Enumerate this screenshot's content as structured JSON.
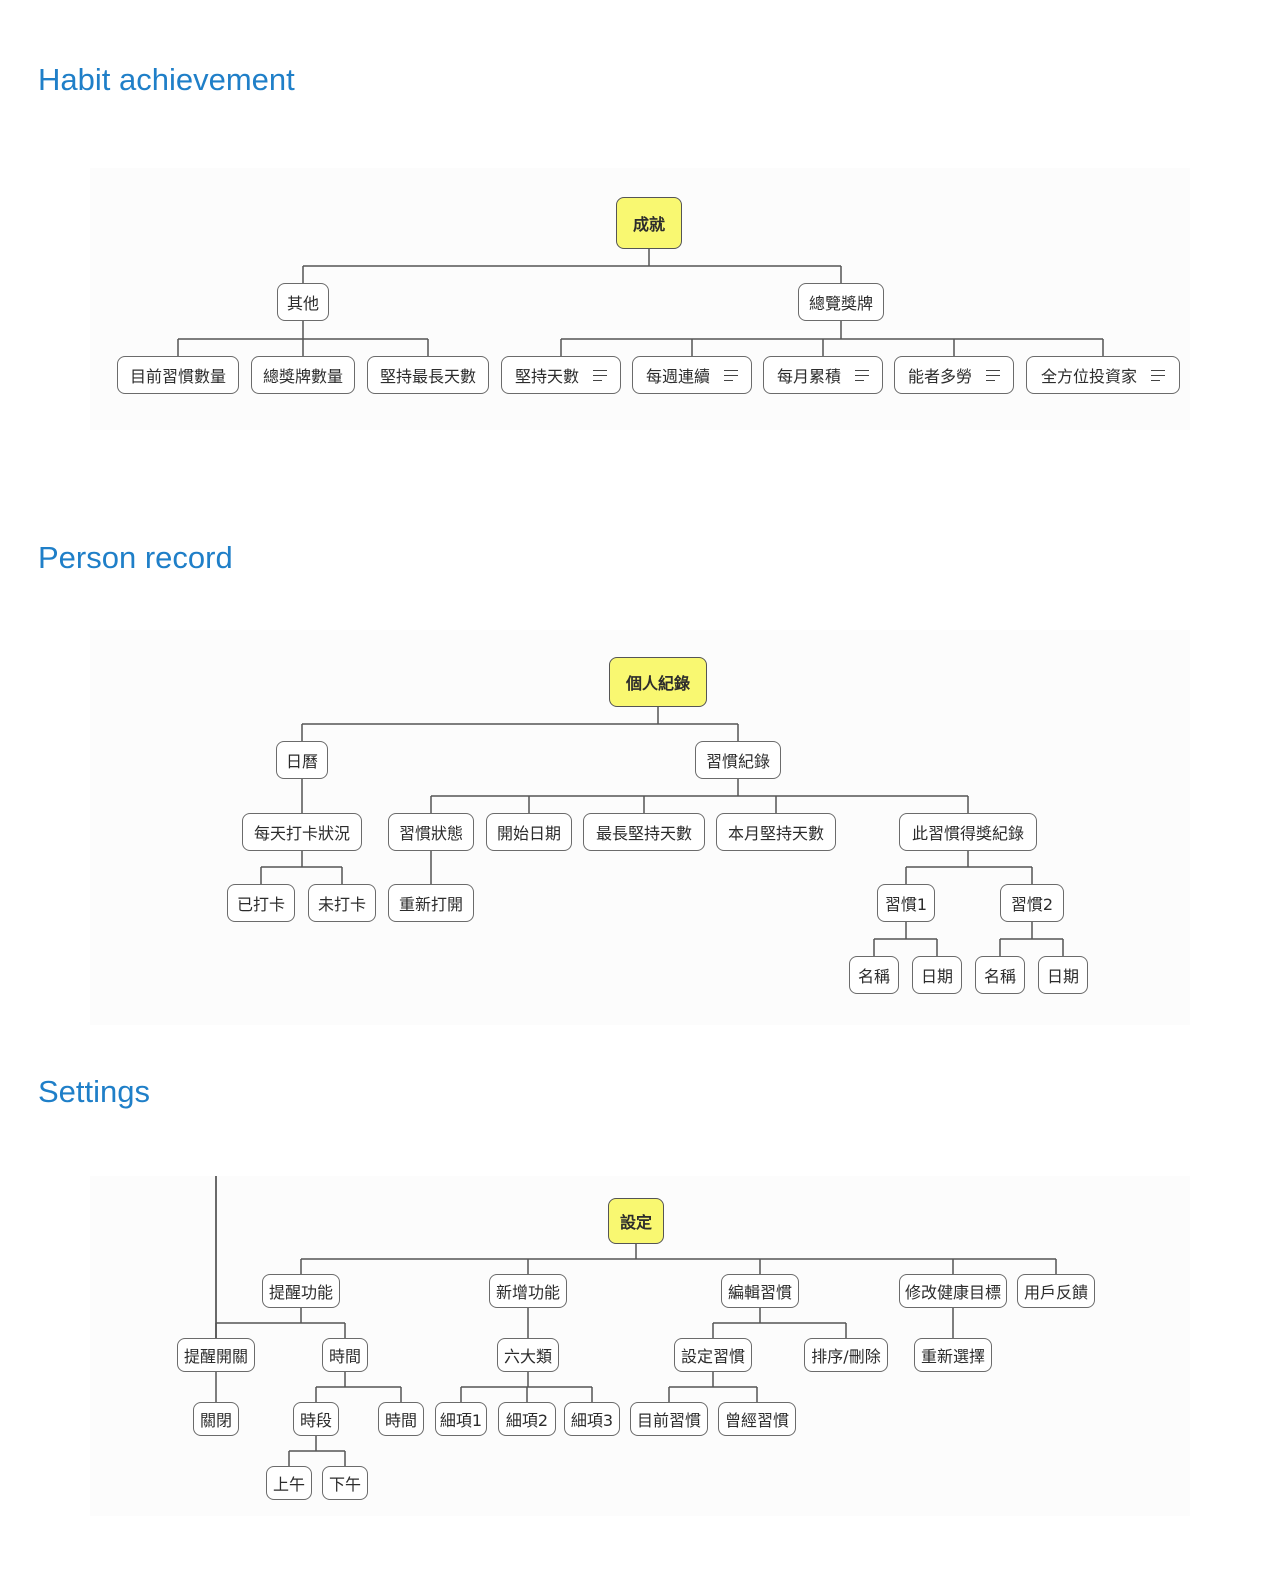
{
  "sections": [
    {
      "title": "Habit achievement",
      "root": "成就",
      "tree": {
        "label": "成就",
        "children": [
          {
            "label": "其他",
            "children": [
              {
                "label": "目前習慣數量"
              },
              {
                "label": "總獎牌數量"
              },
              {
                "label": "堅持最長天數"
              }
            ]
          },
          {
            "label": "總覽獎牌",
            "children": [
              {
                "label": "堅持天數",
                "note_icon": "notes-icon"
              },
              {
                "label": "每週連續",
                "note_icon": "notes-icon"
              },
              {
                "label": "每月累積",
                "note_icon": "notes-icon"
              },
              {
                "label": "能者多勞",
                "note_icon": "notes-icon"
              },
              {
                "label": "全方位投資家",
                "note_icon": "notes-icon"
              }
            ]
          }
        ]
      }
    },
    {
      "title": "Person record",
      "root": "個人紀錄",
      "tree": {
        "label": "個人紀錄",
        "children": [
          {
            "label": "日曆",
            "children": [
              {
                "label": "每天打卡狀況",
                "children": [
                  {
                    "label": "已打卡"
                  },
                  {
                    "label": "未打卡"
                  }
                ]
              }
            ]
          },
          {
            "label": "習慣紀錄",
            "children": [
              {
                "label": "習慣狀態",
                "children": [
                  {
                    "label": "重新打開"
                  }
                ]
              },
              {
                "label": "開始日期"
              },
              {
                "label": "最長堅持天數"
              },
              {
                "label": "本月堅持天數"
              },
              {
                "label": "此習慣得獎紀錄",
                "children": [
                  {
                    "label": "習慣1",
                    "children": [
                      {
                        "label": "名稱"
                      },
                      {
                        "label": "日期"
                      }
                    ]
                  },
                  {
                    "label": "習慣2",
                    "children": [
                      {
                        "label": "名稱"
                      },
                      {
                        "label": "日期"
                      }
                    ]
                  }
                ]
              }
            ]
          }
        ]
      }
    },
    {
      "title": "Settings",
      "root": "設定",
      "tree": {
        "label": "設定",
        "children": [
          {
            "label": "提醒功能",
            "children": [
              {
                "label": "提醒開關",
                "children": [
                  {
                    "label": "關閉"
                  }
                ]
              },
              {
                "label": "時間",
                "children": [
                  {
                    "label": "時段",
                    "children": [
                      {
                        "label": "上午"
                      },
                      {
                        "label": "下午"
                      }
                    ]
                  },
                  {
                    "label": "時間"
                  }
                ]
              }
            ]
          },
          {
            "label": "新增功能",
            "children": [
              {
                "label": "六大類",
                "children": [
                  {
                    "label": "細項1"
                  },
                  {
                    "label": "細項2"
                  },
                  {
                    "label": "細項3"
                  }
                ]
              }
            ]
          },
          {
            "label": "編輯習慣",
            "children": [
              {
                "label": "設定習慣",
                "children": [
                  {
                    "label": "目前習慣"
                  },
                  {
                    "label": "曾經習慣"
                  }
                ]
              },
              {
                "label": "排序/刪除"
              }
            ]
          },
          {
            "label": "修改健康目標",
            "children": [
              {
                "label": "重新選擇"
              }
            ]
          },
          {
            "label": "用戶反饋"
          }
        ]
      }
    }
  ],
  "colors": {
    "title": "#1f7fc8",
    "root_fill": "#f9f871",
    "node_border": "#6b6b6b",
    "connector": "#555555"
  }
}
